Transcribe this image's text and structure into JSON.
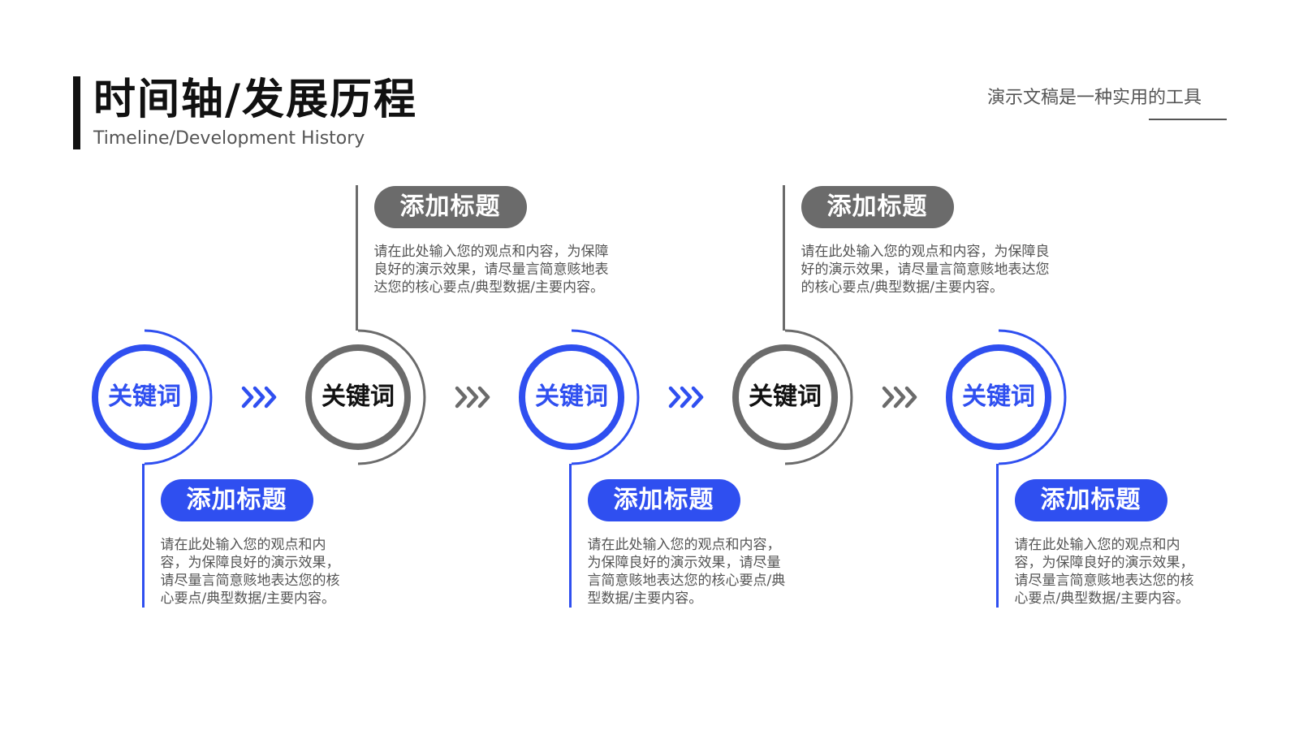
{
  "header": {
    "title": "时间轴/发展历程",
    "subtitle": "Timeline/Development History",
    "tagline": "演示文稿是一种实用的工具"
  },
  "colors": {
    "accent": "#2f4ff0",
    "neutral": "#6b6b6b",
    "text_dark": "#111111",
    "text_body": "#555555"
  },
  "timeline": {
    "nodes": [
      {
        "keyword": "关键词",
        "color": "accent",
        "caption_side": "below",
        "title": "添加标题",
        "description": [
          "请在此处输入您的观点和内",
          "容，为保障良好的演示效果，",
          "请尽量言简意赅地表达您的核",
          "心要点/典型数据/主要内容。"
        ]
      },
      {
        "keyword": "关键词",
        "color": "neutral",
        "caption_side": "above",
        "title": "添加标题",
        "description": [
          "请在此处输入您的观点和内容，为保障",
          "良好的演示效果，请尽量言简意赅地表",
          "达您的核心要点/典型数据/主要内容。"
        ]
      },
      {
        "keyword": "关键词",
        "color": "accent",
        "caption_side": "below",
        "title": "添加标题",
        "description": [
          "请在此处输入您的观点和内容，",
          "为保障良好的演示效果，请尽量",
          "言简意赅地表达您的核心要点/典",
          "型数据/主要内容。"
        ]
      },
      {
        "keyword": "关键词",
        "color": "neutral",
        "caption_side": "above",
        "title": "添加标题",
        "description": [
          "请在此处输入您的观点和内容，为保障良",
          "好的演示效果，请尽量言简意赅地表达您",
          "的核心要点/典型数据/主要内容。"
        ]
      },
      {
        "keyword": "关键词",
        "color": "accent",
        "caption_side": "below",
        "title": "添加标题",
        "description": [
          "请在此处输入您的观点和内",
          "容，为保障良好的演示效果，",
          "请尽量言简意赅地表达您的核",
          "心要点/典型数据/主要内容。"
        ]
      }
    ],
    "arrows": [
      {
        "icon": "triple-chevron-right-icon",
        "color": "accent"
      },
      {
        "icon": "triple-chevron-right-icon",
        "color": "neutral"
      },
      {
        "icon": "triple-chevron-right-icon",
        "color": "accent"
      },
      {
        "icon": "triple-chevron-right-icon",
        "color": "neutral"
      }
    ]
  }
}
